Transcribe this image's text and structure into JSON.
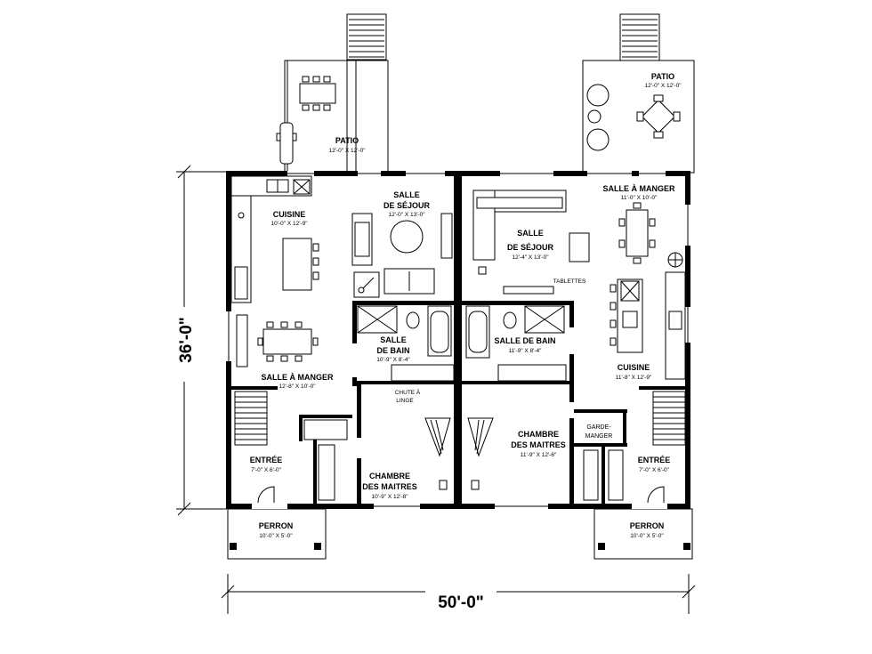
{
  "overall": {
    "width": "50'-0\"",
    "depth": "36'-0\""
  },
  "rooms": {
    "patio_left": {
      "name": "PATIO",
      "size": "12'-0\" X 12'-0\""
    },
    "patio_right": {
      "name": "PATIO",
      "size": "12'-0\" X 12'-0\""
    },
    "cuisine_left": {
      "name": "CUISINE",
      "size": "10'-0\" X 12'-9\""
    },
    "sejour_left": {
      "name1": "SALLE",
      "name2": "DE SÉJOUR",
      "size": "12'-0\" X 13'-0\""
    },
    "sejour_right": {
      "name1": "SALLE",
      "name2": "DE SÉJOUR",
      "size": "12'-4\" X 13'-0\""
    },
    "manger_right": {
      "name": "SALLE À MANGER",
      "size": "11'-0\" X 10'-0\""
    },
    "tablettes": {
      "name": "TABLETTES"
    },
    "bain_left": {
      "name1": "SALLE",
      "name2": "DE BAIN",
      "size": "10'-9\" X 8'-4\""
    },
    "bain_right": {
      "name": "SALLE DE BAIN",
      "size": "11'-9\" X 8'-4\""
    },
    "manger_left": {
      "name": "SALLE À MANGER",
      "size": "12'-8\" X 10'-0\""
    },
    "cuisine_right": {
      "name": "CUISINE",
      "size": "11'-8\" X 12'-9\""
    },
    "chute": {
      "name1": "CHUTE À",
      "name2": "LINGE"
    },
    "chambre_left": {
      "name1": "CHAMBRE",
      "name2": "DES MAITRES",
      "size": "10'-9\" X 12'-8\""
    },
    "chambre_right": {
      "name1": "CHAMBRE",
      "name2": "DES MAITRES",
      "size": "11'-9\" X 12'-6\""
    },
    "garde": {
      "name1": "GARDE-",
      "name2": "MANGER"
    },
    "entree_left": {
      "name": "ENTRÉE",
      "size": "7'-0\" X 6'-0\""
    },
    "entree_right": {
      "name": "ENTRÉE",
      "size": "7'-0\" X 6'-0\""
    },
    "perron_left": {
      "name": "PERRON",
      "size": "10'-0\" X 5'-0\""
    },
    "perron_right": {
      "name": "PERRON",
      "size": "10'-0\" X 5'-0\""
    }
  }
}
